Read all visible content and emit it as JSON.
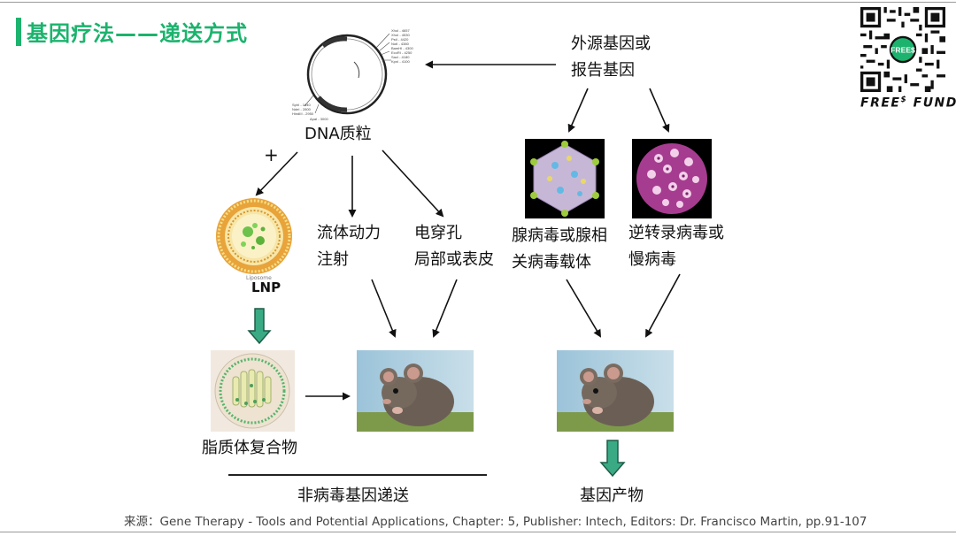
{
  "title": "基因疗法——递送方式",
  "plasmid": {
    "label": "DNA质粒",
    "sites": [
      "XhoI - 4657",
      "XhoI - 4530",
      "PstI - 4420",
      "NotI - 4380",
      "BamHI - 4300",
      "EcoRI - 4250",
      "SacI - 4180",
      "KpnI - 4100",
      "SphI - 1040",
      "NdeI - 2800",
      "HindIII - 2950",
      "ApaI - 3000"
    ]
  },
  "nodes": {
    "reporter_gene": [
      "外源基因或",
      "报告基因"
    ],
    "plus": "+",
    "lnp": "LNP",
    "liposome_caption": "Liposome",
    "fluid_injection": [
      "流体动力",
      "注射"
    ],
    "electroporation": [
      "电穿孔",
      "局部或表皮"
    ],
    "adenovirus": [
      "腺病毒或腺相",
      "关病毒载体"
    ],
    "retrovirus": [
      "逆转录病毒或",
      "慢病毒"
    ],
    "lipoplex": "脂质体复合物",
    "non_viral": "非病毒基因递送",
    "gene_product": "基因产物"
  },
  "source": "来源：Gene Therapy - Tools and Potential Applications, Chapter: 5, Publisher: Intech, Editors: Dr. Francisco Martin, pp.91-107",
  "brand": {
    "logo_text": "FREE$",
    "name_a": "FREE",
    "name_sup": "$",
    "name_b": " FUND"
  },
  "colors": {
    "accent": "#1bb36d",
    "arrow_green": "#3aaa85"
  }
}
